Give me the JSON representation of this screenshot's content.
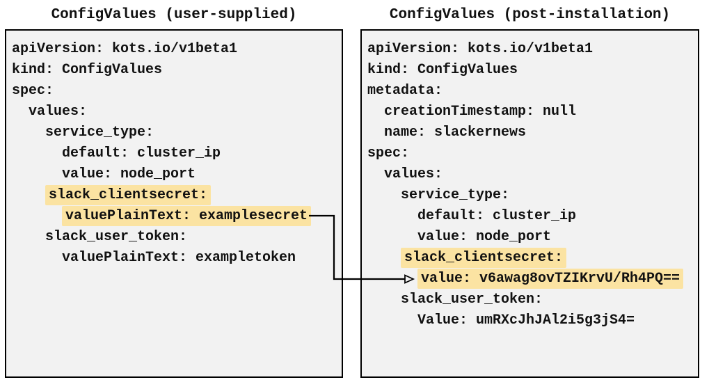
{
  "left_panel": {
    "title": "ConfigValues (user-supplied)",
    "lines": [
      {
        "indent": 0,
        "text": "apiVersion: kots.io/v1beta1",
        "highlight": false
      },
      {
        "indent": 0,
        "text": "kind: ConfigValues",
        "highlight": false
      },
      {
        "indent": 0,
        "text": "spec:",
        "highlight": false
      },
      {
        "indent": 1,
        "text": "values:",
        "highlight": false
      },
      {
        "indent": 2,
        "text": "service_type:",
        "highlight": false
      },
      {
        "indent": 3,
        "text": "default: cluster_ip",
        "highlight": false
      },
      {
        "indent": 3,
        "text": "value: node_port",
        "highlight": false
      },
      {
        "indent": 2,
        "text": "slack_clientsecret:",
        "highlight": true
      },
      {
        "indent": 3,
        "text": "valuePlainText: examplesecret",
        "highlight": true
      },
      {
        "indent": 2,
        "text": "slack_user_token:",
        "highlight": false
      },
      {
        "indent": 3,
        "text": "valuePlainText: exampletoken",
        "highlight": false
      }
    ]
  },
  "right_panel": {
    "title": "ConfigValues (post-installation)",
    "lines": [
      {
        "indent": 0,
        "text": "apiVersion: kots.io/v1beta1",
        "highlight": false
      },
      {
        "indent": 0,
        "text": "kind: ConfigValues",
        "highlight": false
      },
      {
        "indent": 0,
        "text": "metadata:",
        "highlight": false
      },
      {
        "indent": 1,
        "text": "creationTimestamp: null",
        "highlight": false
      },
      {
        "indent": 1,
        "text": "name: slackernews",
        "highlight": false
      },
      {
        "indent": 0,
        "text": "spec:",
        "highlight": false
      },
      {
        "indent": 1,
        "text": "values:",
        "highlight": false
      },
      {
        "indent": 2,
        "text": "service_type:",
        "highlight": false
      },
      {
        "indent": 3,
        "text": "default: cluster_ip",
        "highlight": false
      },
      {
        "indent": 3,
        "text": "value: node_port",
        "highlight": false
      },
      {
        "indent": 2,
        "text": "slack_clientsecret:",
        "highlight": true
      },
      {
        "indent": 3,
        "text": "value: v6awag8ovTZIKrvU/Rh4PQ==",
        "highlight": true
      },
      {
        "indent": 2,
        "text": "slack_user_token:",
        "highlight": false
      },
      {
        "indent": 3,
        "text": "Value: umRXcJhJAl2i5g3jS4=",
        "highlight": false
      }
    ]
  },
  "arrow": {
    "from": "valuePlainText: examplesecret",
    "to": "value: v6awag8ovTZIKrvU/Rh4PQ=="
  },
  "colors": {
    "panel_bg": "#f2f2f2",
    "panel_border": "#000000",
    "highlight": "#fbe3a2",
    "text": "#111111"
  }
}
